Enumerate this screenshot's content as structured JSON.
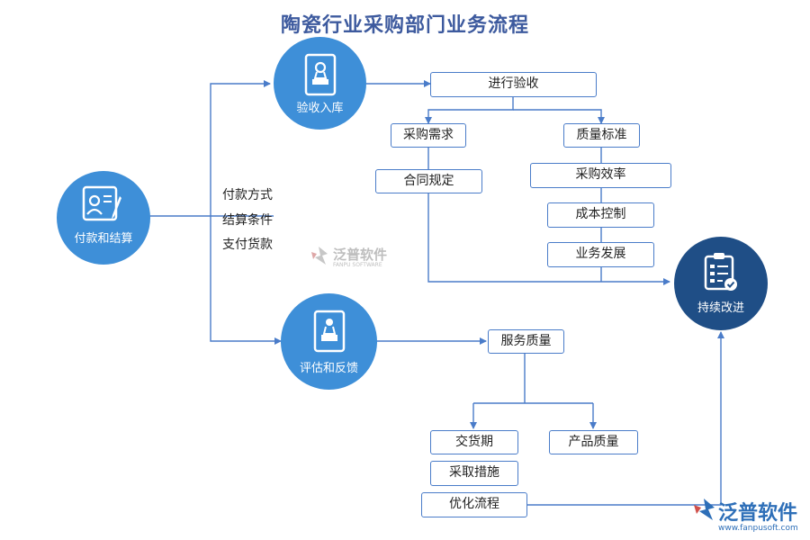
{
  "title": "陶瓷行业采购部门业务流程",
  "circles": {
    "payment": "付款和结算",
    "acceptance": "验收入库",
    "evaluation": "评估和反馈",
    "improve": "持续改进"
  },
  "side_labels": [
    "付款方式",
    "结算条件",
    "支付货款"
  ],
  "boxes": {
    "inspect": "进行验收",
    "demand": "采购需求",
    "contract": "合同规定",
    "quality_std": "质量标准",
    "efficiency": "采购效率",
    "cost": "成本控制",
    "growth": "业务发展",
    "service": "服务质量",
    "delivery": "交货期",
    "product": "产品质量",
    "measures": "采取措施",
    "optimize": "优化流程"
  },
  "watermark": {
    "name": "泛普软件",
    "sub": "FANPU SOFTWARE"
  },
  "logo": {
    "name": "泛普软件",
    "url": "www.fanpusoft.com"
  },
  "colors": {
    "circle": "#3e8fd8",
    "circle_dark": "#1f4e86",
    "line": "#4a7cc9",
    "title": "#3d5a9e"
  }
}
